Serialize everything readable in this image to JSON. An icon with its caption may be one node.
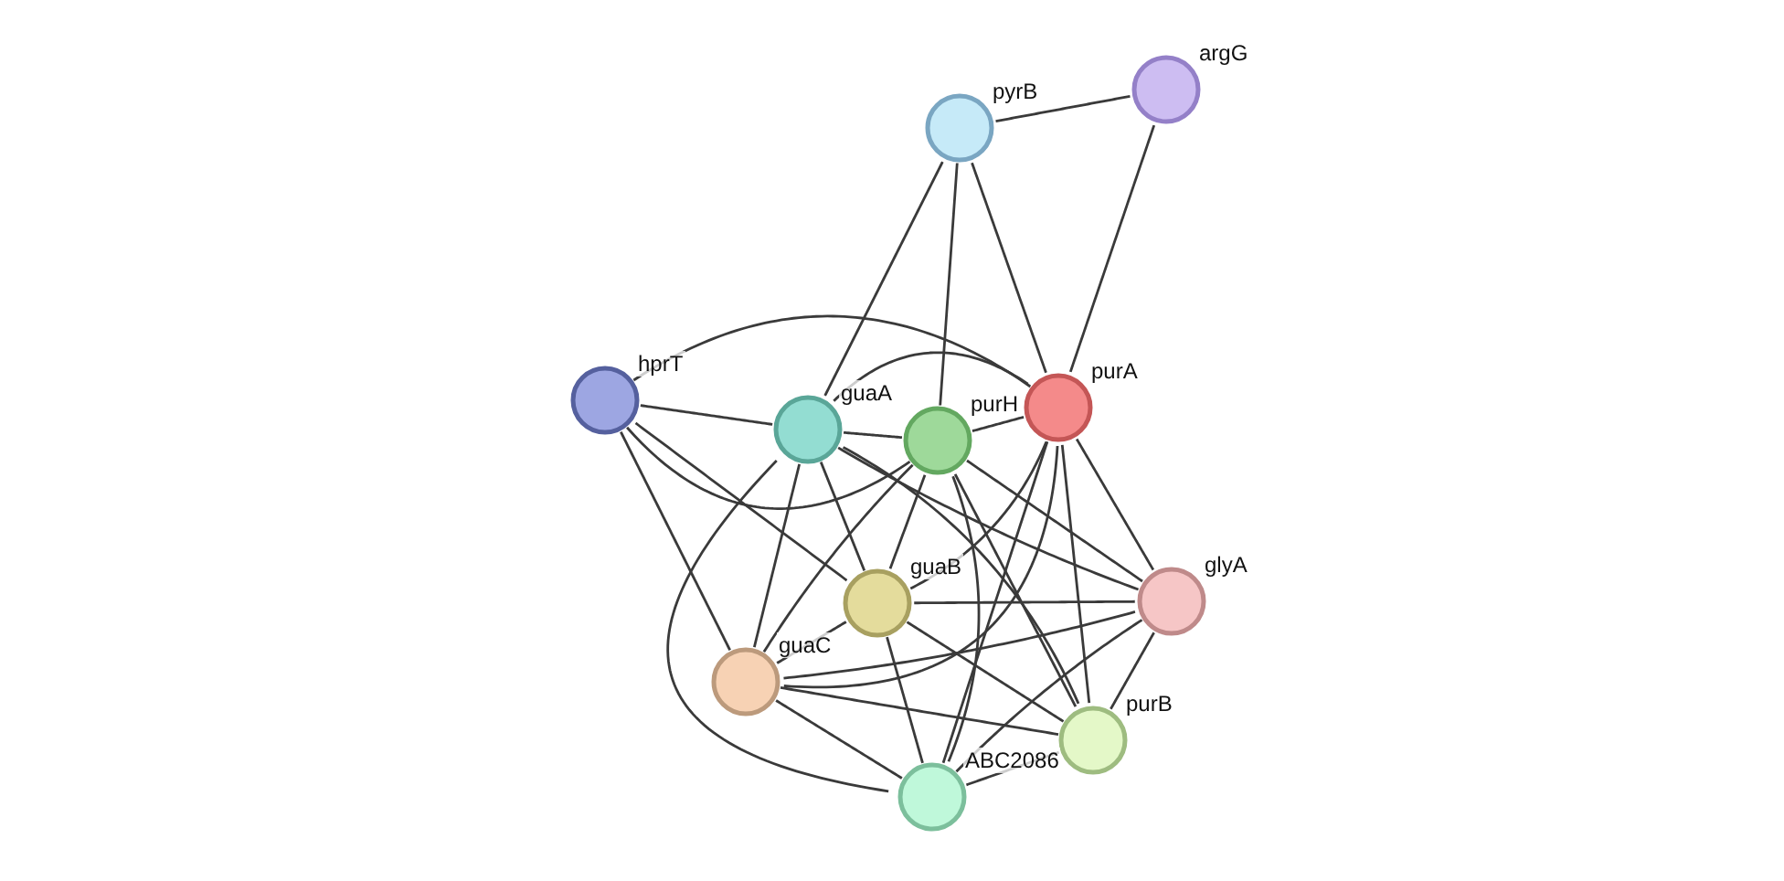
{
  "diagram": {
    "nodes": [
      {
        "text": [
          "pyrB"
        ]
      },
      {
        "text": [
          "argG"
        ]
      },
      {
        "text": [
          "hprT"
        ]
      },
      {
        "text": [
          "guaA"
        ]
      },
      {
        "text": [
          "purH"
        ]
      },
      {
        "text": [
          "purA"
        ]
      },
      {
        "text": [
          "guaB"
        ]
      },
      {
        "text": [
          "glyA"
        ]
      },
      {
        "text": [
          "guaC"
        ]
      },
      {
        "text": [
          "purB"
        ]
      },
      {
        "text": [
          "ABC2086"
        ]
      }
    ],
    "edges": [
      {
        "from": 0,
        "to": 1,
        "arrow": "none"
      },
      {
        "from": 0,
        "to": 3,
        "arrow": "none"
      },
      {
        "from": 0,
        "to": 4,
        "arrow": "none"
      },
      {
        "from": 0,
        "to": 5,
        "arrow": "none"
      },
      {
        "from": 1,
        "to": 5,
        "arrow": "none"
      },
      {
        "from": 2,
        "to": 3,
        "arrow": "none"
      },
      {
        "from": 2,
        "to": 4,
        "arrow": "none"
      },
      {
        "from": 2,
        "to": 5,
        "arrow": "none"
      },
      {
        "from": 2,
        "to": 6,
        "arrow": "none"
      },
      {
        "from": 2,
        "to": 8,
        "arrow": "none"
      },
      {
        "from": 3,
        "to": 4,
        "arrow": "none"
      },
      {
        "from": 3,
        "to": 5,
        "arrow": "none"
      },
      {
        "from": 3,
        "to": 6,
        "arrow": "none"
      },
      {
        "from": 3,
        "to": 8,
        "arrow": "none"
      },
      {
        "from": 3,
        "to": 7,
        "arrow": "none"
      },
      {
        "from": 3,
        "to": 9,
        "arrow": "none"
      },
      {
        "from": 3,
        "to": 10,
        "arrow": "none"
      },
      {
        "from": 4,
        "to": 5,
        "arrow": "none"
      },
      {
        "from": 4,
        "to": 6,
        "arrow": "none"
      },
      {
        "from": 4,
        "to": 8,
        "arrow": "none"
      },
      {
        "from": 4,
        "to": 7,
        "arrow": "none"
      },
      {
        "from": 4,
        "to": 9,
        "arrow": "none"
      },
      {
        "from": 4,
        "to": 10,
        "arrow": "none"
      },
      {
        "from": 5,
        "to": 6,
        "arrow": "none"
      },
      {
        "from": 5,
        "to": 8,
        "arrow": "none"
      },
      {
        "from": 5,
        "to": 7,
        "arrow": "none"
      },
      {
        "from": 5,
        "to": 9,
        "arrow": "none"
      },
      {
        "from": 5,
        "to": 10,
        "arrow": "none"
      },
      {
        "from": 6,
        "to": 7,
        "arrow": "none"
      },
      {
        "from": 6,
        "to": 8,
        "arrow": "none"
      },
      {
        "from": 6,
        "to": 9,
        "arrow": "none"
      },
      {
        "from": 6,
        "to": 10,
        "arrow": "none"
      },
      {
        "from": 7,
        "to": 8,
        "arrow": "none"
      },
      {
        "from": 7,
        "to": 9,
        "arrow": "none"
      },
      {
        "from": 7,
        "to": 10,
        "arrow": "none"
      },
      {
        "from": 8,
        "to": 9,
        "arrow": "none"
      },
      {
        "from": 8,
        "to": 10,
        "arrow": "none"
      },
      {
        "from": 9,
        "to": 10,
        "arrow": "none"
      }
    ]
  }
}
